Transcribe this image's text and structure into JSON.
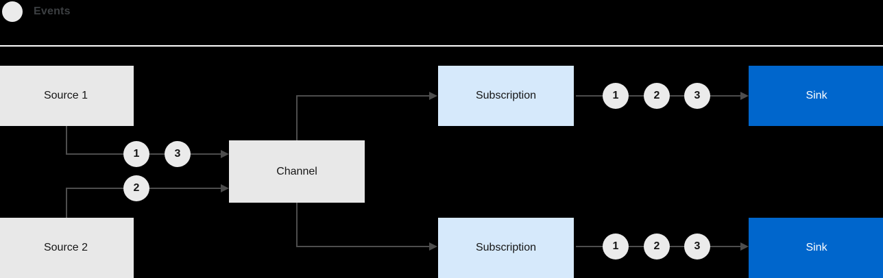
{
  "legend": {
    "icon": "event-circle-icon",
    "label": "Events"
  },
  "nodes": {
    "source1": {
      "label": "Source 1"
    },
    "source2": {
      "label": "Source 2"
    },
    "channel": {
      "label": "Channel"
    },
    "subscription1": {
      "label": "Subscription"
    },
    "subscription2": {
      "label": "Subscription"
    },
    "sink1": {
      "label": "Sink"
    },
    "sink2": {
      "label": "Sink"
    }
  },
  "events": {
    "source1_out": [
      "1",
      "3"
    ],
    "source2_out": [
      "2"
    ],
    "subscription1_out": [
      "1",
      "2",
      "3"
    ],
    "subscription2_out": [
      "1",
      "2",
      "3"
    ]
  },
  "colors": {
    "background": "#000000",
    "box_grey": "#e8e8e8",
    "box_lightblue": "#d6e9fb",
    "box_blue": "#0066cc",
    "bubble": "#ebebeb",
    "wire": "#4d4d4d",
    "rule": "#ffffff",
    "legend_text": "#3c3f42"
  }
}
